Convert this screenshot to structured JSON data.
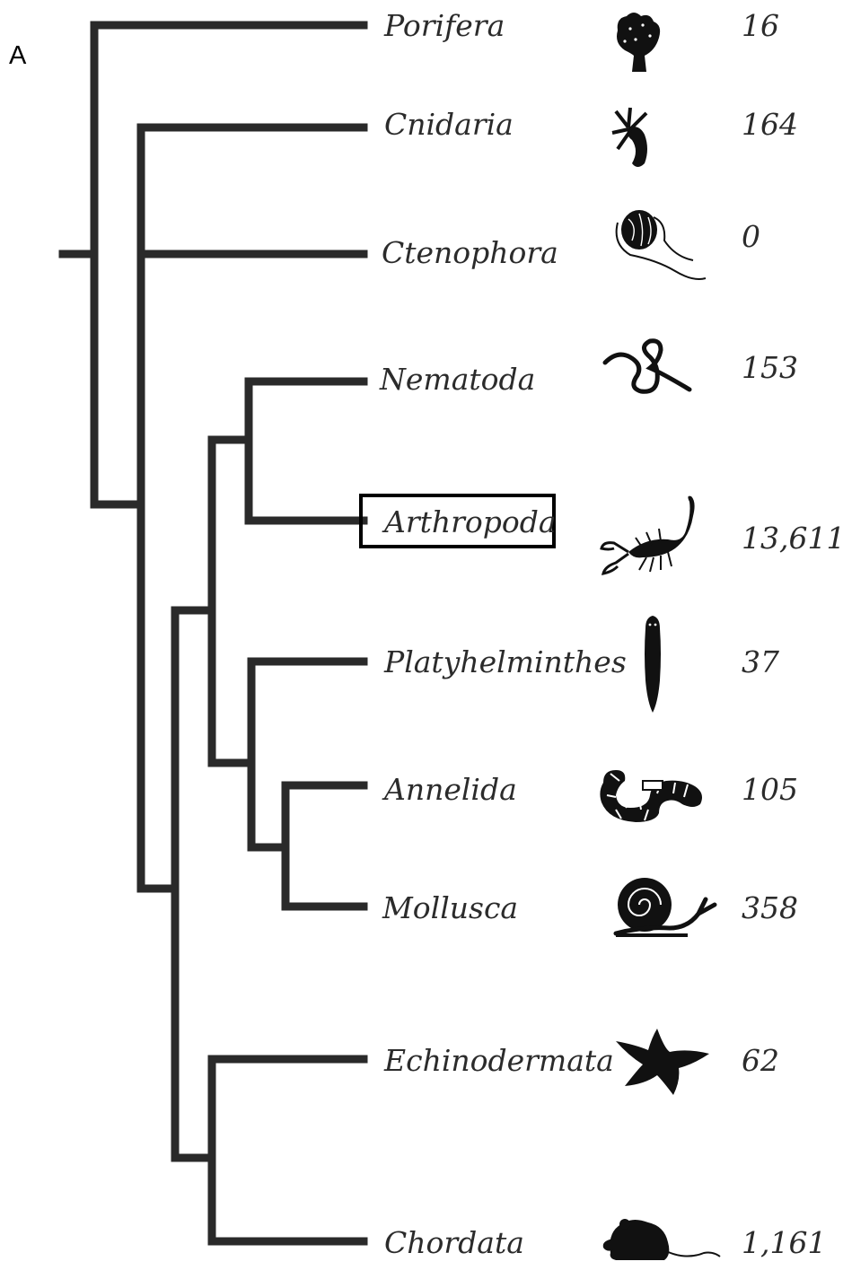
{
  "panel_label": "A",
  "highlighted_taxon": "Arthropoda",
  "taxa": [
    {
      "name": "Porifera",
      "count": "16",
      "icon": "sponge-icon"
    },
    {
      "name": "Cnidaria",
      "count": "164",
      "icon": "hydra-icon"
    },
    {
      "name": "Ctenophora",
      "count": "0",
      "icon": "comb-jelly-icon"
    },
    {
      "name": "Nematoda",
      "count": "153",
      "icon": "roundworm-icon"
    },
    {
      "name": "Arthropoda",
      "count": "13,611",
      "icon": "scorpion-icon"
    },
    {
      "name": "Platyhelminthes",
      "count": "37",
      "icon": "flatworm-icon"
    },
    {
      "name": "Annelida",
      "count": "105",
      "icon": "segmented-worm-icon"
    },
    {
      "name": "Mollusca",
      "count": "358",
      "icon": "snail-icon"
    },
    {
      "name": "Echinodermata",
      "count": "62",
      "icon": "starfish-icon"
    },
    {
      "name": "Chordata",
      "count": "1,161",
      "icon": "mouse-icon"
    }
  ],
  "colors": {
    "branch": "#2a2a2a",
    "text": "#2b2b2b",
    "highlight_border": "#000000",
    "silhouette": "#111111"
  }
}
